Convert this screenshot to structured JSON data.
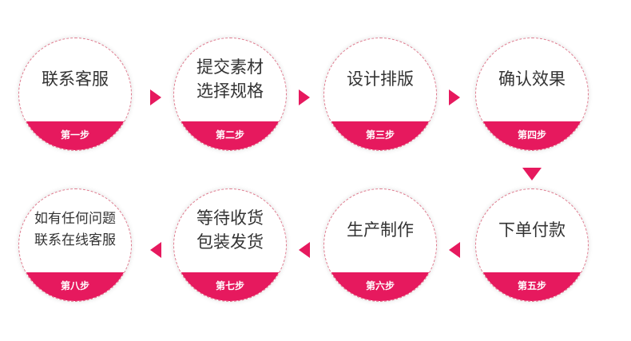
{
  "steps": [
    {
      "lines": [
        "联系客服"
      ],
      "badge": "第一步"
    },
    {
      "lines": [
        "提交素材",
        "选择规格"
      ],
      "badge": "第二步"
    },
    {
      "lines": [
        "设计排版"
      ],
      "badge": "第三步"
    },
    {
      "lines": [
        "确认效果"
      ],
      "badge": "第四步"
    },
    {
      "lines": [
        "下单付款"
      ],
      "badge": "第五步"
    },
    {
      "lines": [
        "生产制作"
      ],
      "badge": "第六步"
    },
    {
      "lines": [
        "等待收货",
        "包装发货"
      ],
      "badge": "第七步"
    },
    {
      "lines": [
        "如有任何问题",
        "联系在线客服"
      ],
      "badge": "第八步"
    }
  ],
  "colors": {
    "accent": "#e6195e",
    "border": "#e07a8e"
  }
}
